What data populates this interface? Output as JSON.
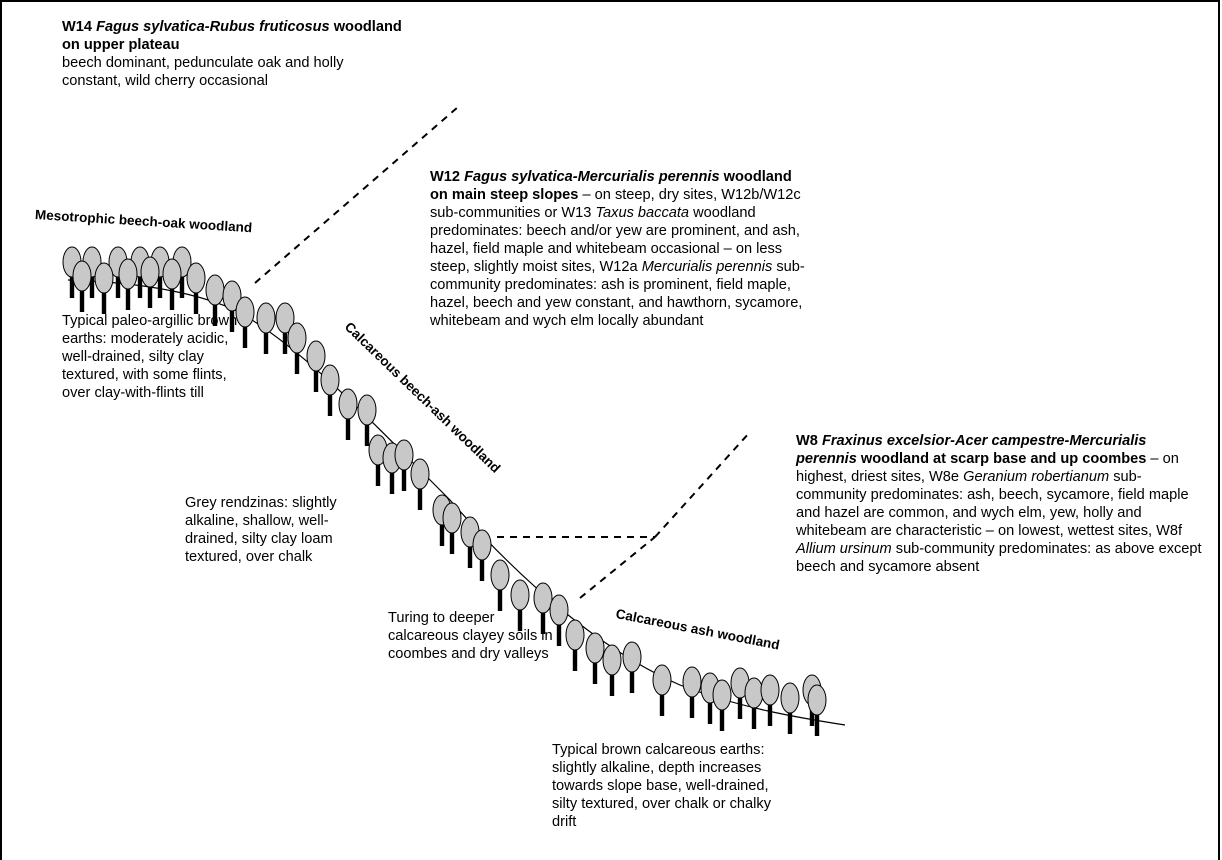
{
  "w14": {
    "code": "W14",
    "species": "Fagus sylvatica-Rubus fruticosus",
    "title_rest": "woodland on upper plateau",
    "description": "beech dominant, pedunculate oak and holly constant, wild cherry occasional"
  },
  "w12": {
    "code": "W12",
    "species": "Fagus sylvatica-Mercurialis perennis",
    "title_rest": "woodland on main steep slopes",
    "desc_a": "– on steep, dry sites, W12b/W12c sub-communities or W13",
    "species_b": "Taxus baccata",
    "desc_b": "woodland predominates: beech and/or yew are prominent, and ash, hazel, field maple and whitebeam occasional – on less steep, slightly moist sites, W12a",
    "species_c": "Mercurialis perennis",
    "desc_c": "sub-community predominates: ash is prominent, field maple, hazel, beech and yew constant, and hawthorn, sycamore, whitebeam and wych elm locally abundant"
  },
  "w8": {
    "code": "W8",
    "species": "Fraxinus excelsior-Acer campestre-Mercurialis perennis",
    "title_rest": "woodland at scarp base and up coombes",
    "desc_a": "– on highest, driest sites, W8e",
    "species_b": "Geranium robertianum",
    "desc_b": "sub-community predominates: ash, beech, sycamore, field maple and hazel are common, and wych elm, yew, holly and whitebeam are characteristic – on lowest, wettest sites, W8f",
    "species_c": "Allium ursinum",
    "desc_c": "sub-community predominates: as above except beech and sycamore absent"
  },
  "woodland_labels": {
    "beech_oak": "Mesotrophic beech-oak woodland",
    "beech_ash": "Calcareous beech-ash woodland",
    "ash": "Calcareous ash woodland"
  },
  "soils": {
    "paleo_argillic": "Typical paleo-argillic brown earths: moderately acidic, well-drained, silty clay textured, with some flints, over clay-with-flints till",
    "rendzinas": "Grey rendzinas: slightly alkaline, shallow, well-drained, silty clay loam textured, over chalk",
    "clayey": "Turing to deeper calcareous clayey soils in coombes and dry valleys",
    "calcareous_earths": "Typical brown calcareous earths: slightly alkaline, depth increases towards slope base, well-drained, silty textured, over chalk or chalky drift"
  }
}
